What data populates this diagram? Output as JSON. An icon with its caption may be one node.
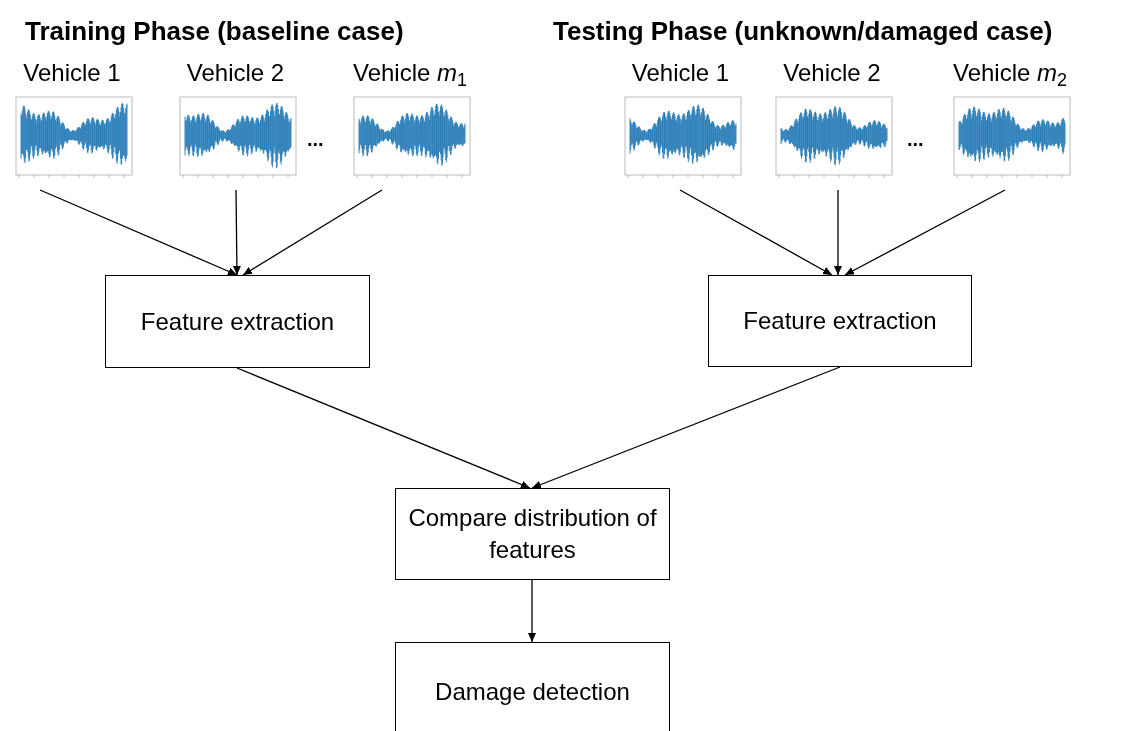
{
  "diagram": {
    "nodes": [
      {
        "text": [
          "Vehicle 1"
        ]
      },
      {
        "text": [
          "Vehicle 2"
        ]
      },
      {
        "text": [
          "Vehicle *m*$_{1}$"
        ]
      },
      {
        "text": [
          "Feature extraction"
        ]
      },
      {
        "text": [
          "Vehicle 1"
        ]
      },
      {
        "text": [
          "Vehicle 2"
        ]
      },
      {
        "text": [
          "Vehicle *m*$_{2}$"
        ]
      },
      {
        "text": [
          "Feature extraction"
        ]
      },
      {
        "text": [
          "Compare distribution of features"
        ]
      },
      {
        "text": [
          "Damage detection"
        ]
      }
    ],
    "edges": [
      {
        "from": 0,
        "to": 3,
        "arrow": "to"
      },
      {
        "from": 1,
        "to": 3,
        "arrow": "to"
      },
      {
        "from": 2,
        "to": 3,
        "arrow": "to"
      },
      {
        "from": 4,
        "to": 7,
        "arrow": "to"
      },
      {
        "from": 5,
        "to": 7,
        "arrow": "to"
      },
      {
        "from": 6,
        "to": 7,
        "arrow": "to"
      },
      {
        "from": 3,
        "to": 8,
        "arrow": "to"
      },
      {
        "from": 7,
        "to": 8,
        "arrow": "to"
      },
      {
        "from": 8,
        "to": 9,
        "arrow": "to"
      }
    ],
    "labels": [
      "Training Phase (baseline case)",
      "...",
      "Testing Phase (unknown/damaged case)",
      "..."
    ]
  }
}
